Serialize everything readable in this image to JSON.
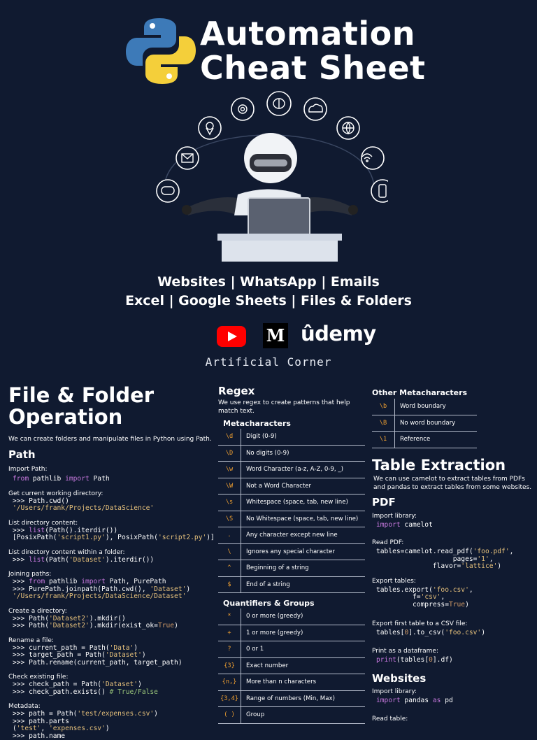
{
  "header": {
    "title_line1": "Automation",
    "title_line2": "Cheat Sheet",
    "topics_line1": "Websites | WhatsApp | Emails",
    "topics_line2": "Excel | Google Sheets | Files & Folders",
    "brand_name": "Artificial Corner",
    "logos": {
      "medium": "M",
      "udemy": "ûdemy"
    }
  },
  "col1": {
    "title": "File & Folder Operation",
    "intro": "We can create folders and manipulate files in Python using Path.",
    "path_title": "Path",
    "import_label": "Import Path:",
    "cwd_label": "Get current working directory:",
    "listdir_label": "List directory content:",
    "listdir_folder_label": "List directory content within a folder:",
    "join_label": "Joining paths:",
    "mkdir_label": "Create a directory:",
    "rename_label": "Rename a file:",
    "exists_label": "Check existing file:",
    "metadata_label": "Metadata:"
  },
  "col2": {
    "title": "Regex",
    "intro": "We use regex to create patterns that help match text.",
    "meta_title": "Metacharacters",
    "meta": [
      {
        "sym": "\\d",
        "desc": "Digit (0-9)"
      },
      {
        "sym": "\\D",
        "desc": "No digits (0-9)"
      },
      {
        "sym": "\\w",
        "desc": "Word Character (a-z, A-Z, 0-9, _)"
      },
      {
        "sym": "\\W",
        "desc": "Not a Word Character"
      },
      {
        "sym": "\\s",
        "desc": "Whitespace (space, tab, new line)"
      },
      {
        "sym": "\\S",
        "desc": "No Whitespace (space, tab, new line)"
      },
      {
        "sym": ".",
        "desc": "Any character except new line"
      },
      {
        "sym": "\\",
        "desc": "Ignores any special character"
      },
      {
        "sym": "^",
        "desc": "Beginning of a string"
      },
      {
        "sym": "$",
        "desc": "End of a string"
      }
    ],
    "quant_title": "Quantifiers & Groups",
    "quant": [
      {
        "sym": "*",
        "desc": "0 or more (greedy)"
      },
      {
        "sym": "+",
        "desc": "1 or more (greedy)"
      },
      {
        "sym": "?",
        "desc": "0 or 1"
      },
      {
        "sym": "{3}",
        "desc": "Exact number"
      },
      {
        "sym": "{n,}",
        "desc": "More than n characters"
      },
      {
        "sym": "{3,4}",
        "desc": "Range of numbers (Min, Max)"
      },
      {
        "sym": "( )",
        "desc": "Group"
      }
    ]
  },
  "col3": {
    "other_title": "Other Metacharacters",
    "other": [
      {
        "sym": "\\b",
        "desc": "Word boundary"
      },
      {
        "sym": "\\B",
        "desc": "No word boundary"
      },
      {
        "sym": "\\1",
        "desc": "Reference"
      }
    ],
    "table_title": "Table Extraction",
    "table_intro": "We can use camelot to extract tables from PDFs and pandas to extract tables from some websites.",
    "pdf_title": "PDF",
    "import_label": "Import library:",
    "read_label": "Read PDF:",
    "export_label": "Export tables:",
    "first_csv_label": "Export first table to a CSV file:",
    "df_label": "Print as a dataframe:",
    "websites_title": "Websites",
    "web_import_label": "Import library:",
    "read_table_label": "Read table:"
  }
}
